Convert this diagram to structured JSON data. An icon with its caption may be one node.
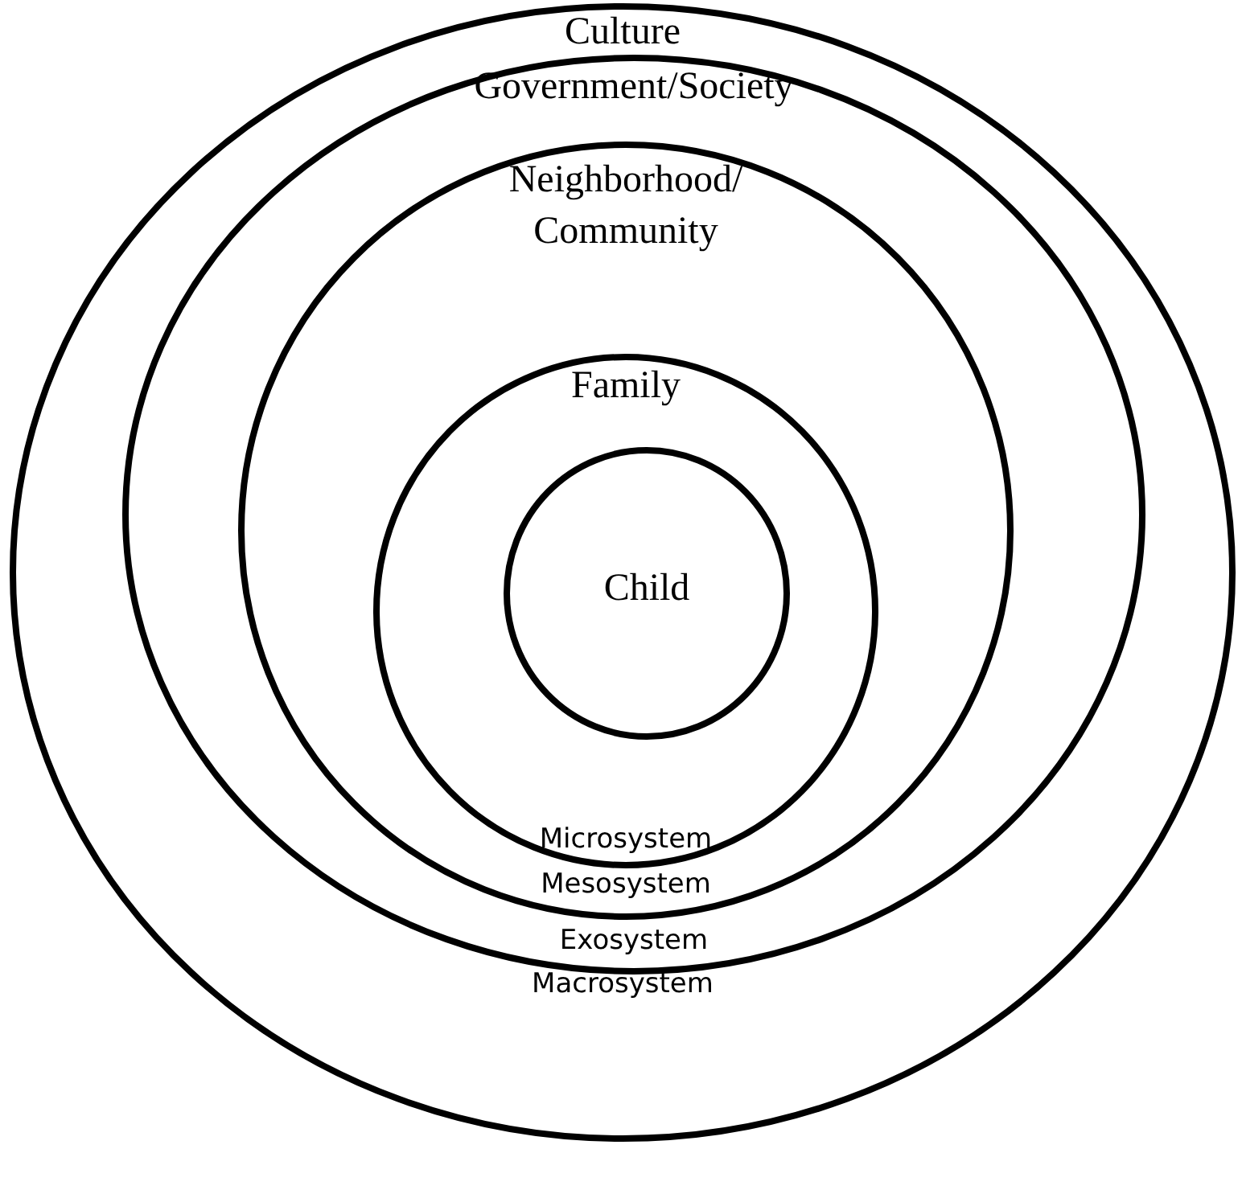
{
  "diagram": {
    "nodes": [
      {
        "text": [
          "Culture",
          "Macrosystem"
        ]
      },
      {
        "text": [
          "Government/Society",
          "Exosystem"
        ],
        "in": 0
      },
      {
        "text": [
          "Neighborhood/ Community",
          "Mesosystem"
        ],
        "in": 1
      },
      {
        "text": [
          "Family",
          "Microsystem"
        ],
        "in": 2
      },
      {
        "text": [
          "Child"
        ],
        "in": 3
      }
    ],
    "edges": []
  }
}
